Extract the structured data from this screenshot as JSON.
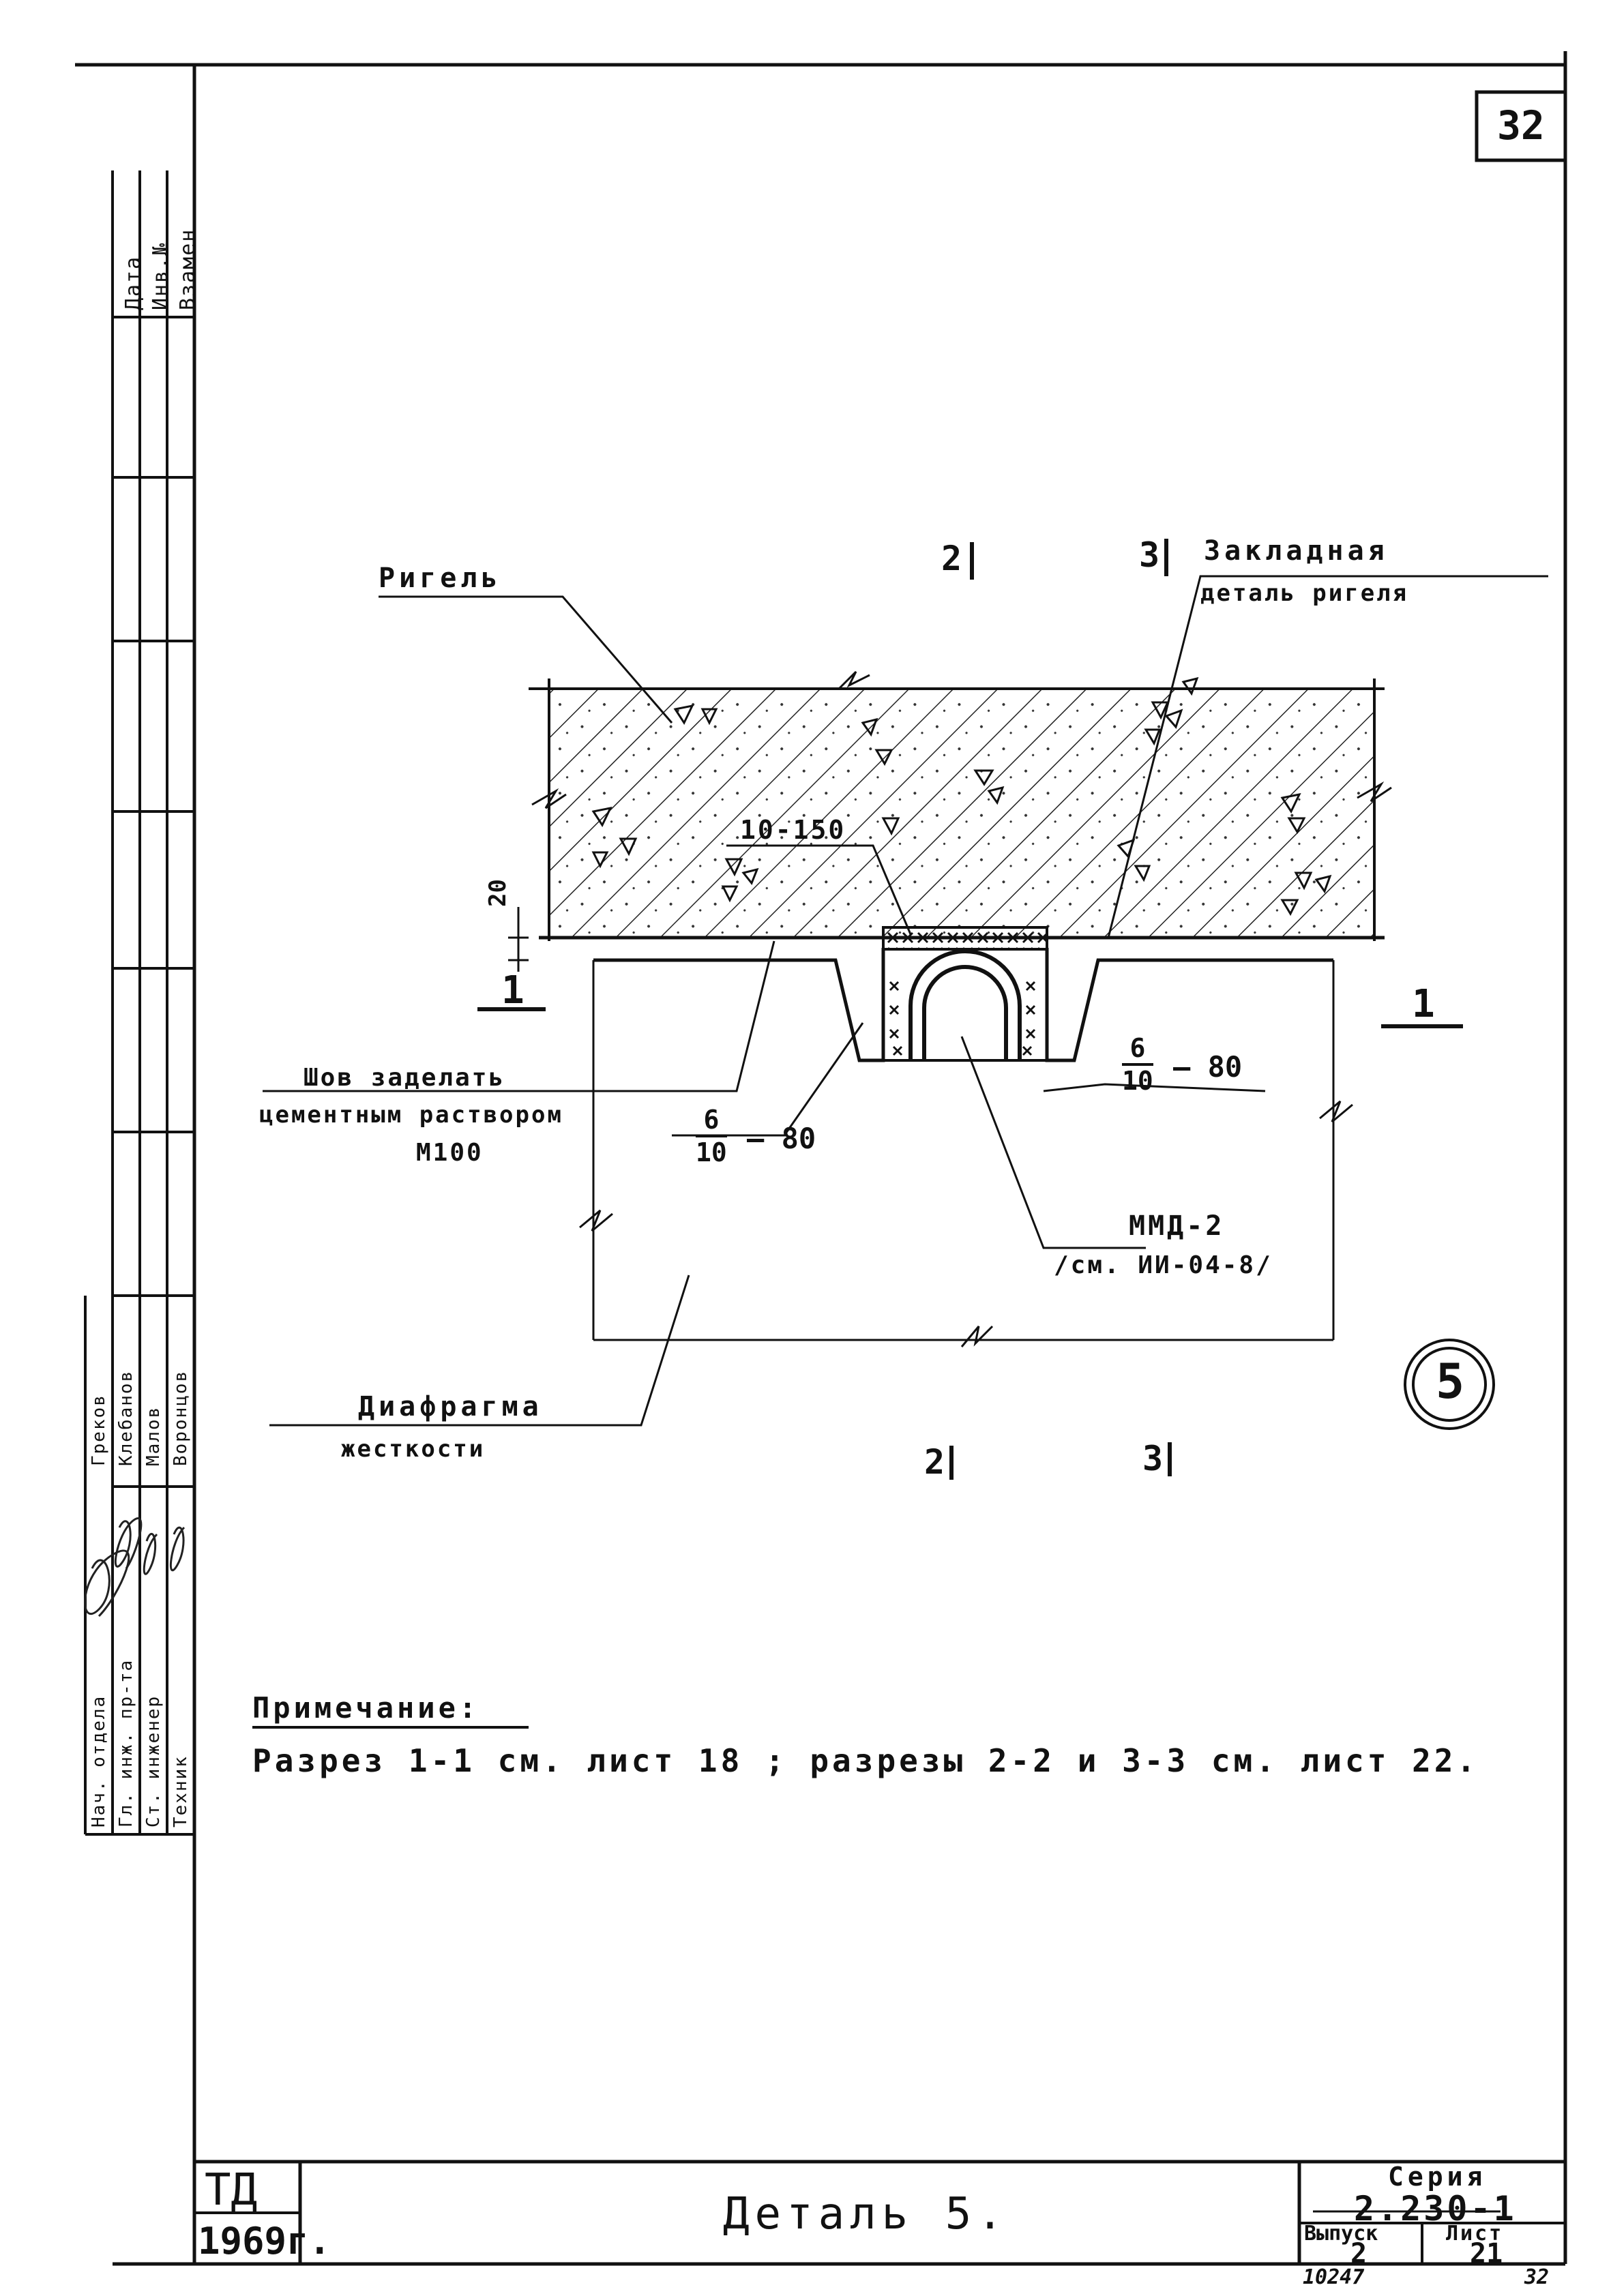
{
  "sheet_number_top": "32",
  "drawing": {
    "label_rigel": "Ригель",
    "label_embedded_line1": "Закладная",
    "label_embedded_line2": "деталь ригеля",
    "label_spacing": "10-150",
    "label_dim_20": "20",
    "section_1_left": "1",
    "section_1_right": "1",
    "section_2_top": "2",
    "section_3_top": "3",
    "section_2_bottom": "2",
    "section_3_bottom": "3",
    "weld_right_num": "6",
    "weld_right_den": "10",
    "weld_right_len": "– 80",
    "weld_left_num": "6",
    "weld_left_den": "10",
    "weld_left_len": "– 80",
    "seam_line1": "Шов заделать",
    "seam_line2": "цементным раствором",
    "seam_line3": "М100",
    "mmd_line1": "ММД-2",
    "mmd_line2": "/см. ИИ-04-8/",
    "diaphragm_line1": "Диафрагма",
    "diaphragm_line2": "жесткости",
    "detail_marker": "5"
  },
  "note": {
    "heading": "Примечание:",
    "text_part1": "Разрез 1-1 см. лист 18 ; разрезы 2-2 и 3-3 см. лист 22."
  },
  "side_stamp": {
    "col_headers": [
      "Дата",
      "Инв.№",
      "Взамен"
    ],
    "roles": [
      "Нач. отдела",
      "Гл. инж. пр-та",
      "Ст. инженер",
      "Техник"
    ],
    "names": [
      "Греков",
      "Клебанов",
      "Малов",
      "Воронцов"
    ]
  },
  "title_block": {
    "org": "ТД",
    "year": "1969г.",
    "title": "Деталь 5.",
    "series_label": "Серия",
    "series_value": "2.230-1",
    "issue_label": "Выпуск",
    "issue_value": "2",
    "sheet_label": "Лист",
    "sheet_value": "21",
    "archive_number": "10247",
    "page_number": "32"
  }
}
